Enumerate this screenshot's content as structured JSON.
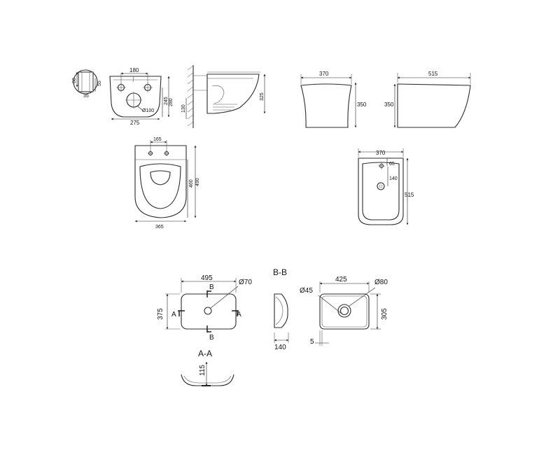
{
  "top_row": {
    "front_view": {
      "width_label": "275",
      "inlet_spacing_label": "180",
      "outlet_diameter_label": "Ø100",
      "height_to_inlets_label": "245",
      "height_to_top_label": "280"
    },
    "inlet_detail": {
      "side_label": "60",
      "height_label": "55",
      "bottom_label": "35"
    },
    "side_view": {
      "height_label": "325",
      "mount_height_label": "130"
    },
    "front_silhouette": {
      "width_label": "370",
      "height_label": "350"
    },
    "side_silhouette": {
      "width_label": "515",
      "height_label": "350"
    }
  },
  "middle_row": {
    "toilet_top_view": {
      "bolt_spacing_label": "165",
      "depth_label": "460",
      "total_depth_label": "490",
      "width_label": "365"
    },
    "bidet_top_view": {
      "width_label": "370",
      "tap_offset_label": "65",
      "drain_offset_label": "140",
      "depth_label": "515"
    }
  },
  "bottom_row": {
    "basin_top": {
      "width_label": "495",
      "depth_label": "375",
      "drain_label": "Ø70",
      "section_a": "A",
      "section_b": "B"
    },
    "section_aa": {
      "title": "A-A",
      "depth_label": "115"
    },
    "section_bb": {
      "title": "B-B",
      "depth_label": "140"
    },
    "basin_bowl": {
      "width_label": "425",
      "depth_label": "305",
      "outer_ring_label": "Ø80",
      "inner_ring_label": "Ø45",
      "rim_label": "5"
    }
  }
}
